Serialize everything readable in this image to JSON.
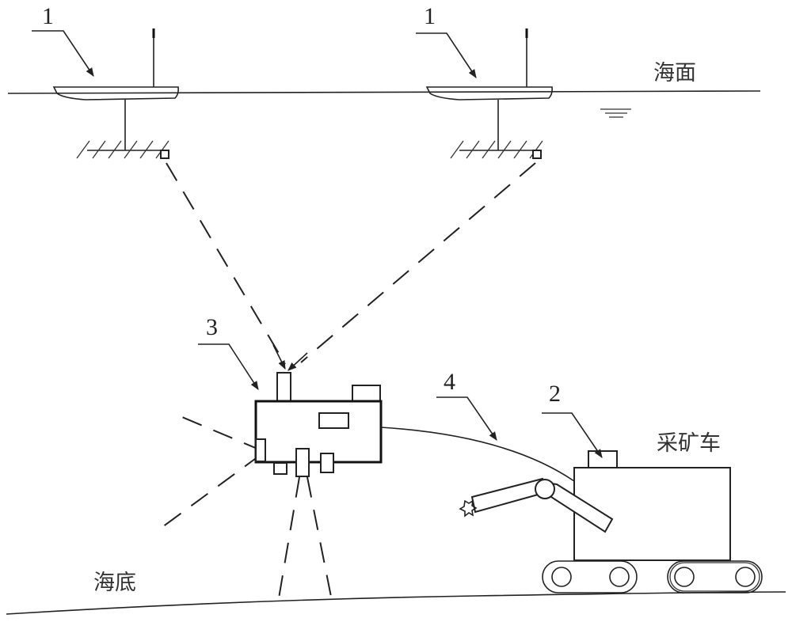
{
  "labels": {
    "sea_surface": "海面",
    "seabed": "海底",
    "mining_vehicle": "采矿车"
  },
  "callouts": {
    "buoy_left": "1",
    "buoy_right": "1",
    "relay_platform": "3",
    "vehicle_sensor": "2",
    "tether_cable": "4"
  },
  "colors": {
    "line": "#222222",
    "background": "#ffffff"
  }
}
